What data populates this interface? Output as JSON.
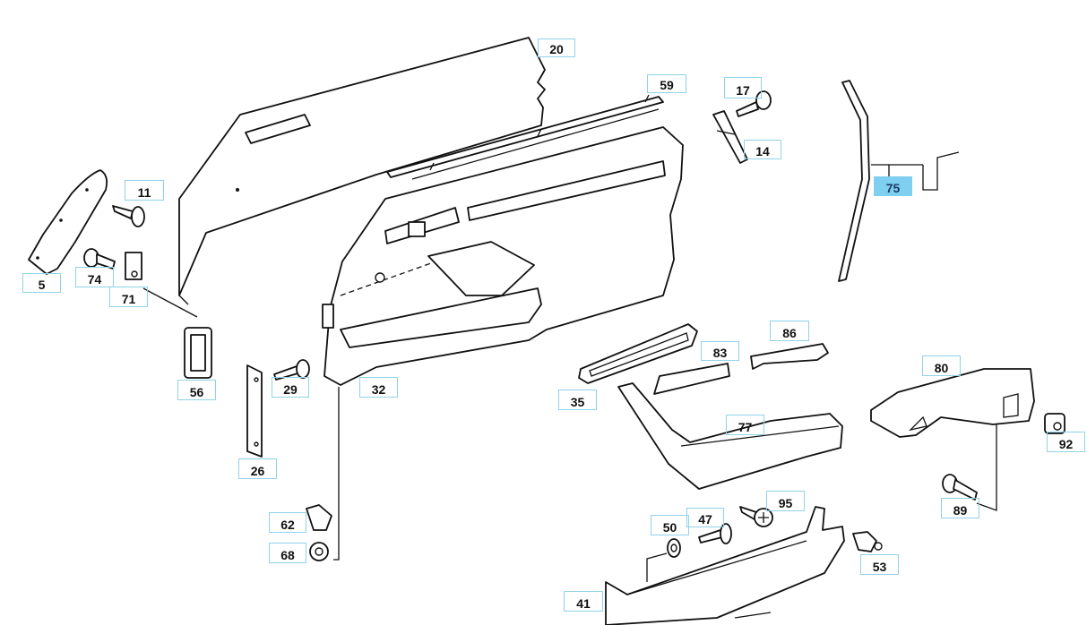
{
  "diagram": {
    "type": "exploded-parts-diagram",
    "subject": "door trim panel assembly",
    "highlight_color": "#7fcff0",
    "callout_border_color": "#8fd3e8",
    "selected_part": "75",
    "parts": [
      {
        "id": "20",
        "label": "20"
      },
      {
        "id": "59",
        "label": "59"
      },
      {
        "id": "17",
        "label": "17"
      },
      {
        "id": "14",
        "label": "14"
      },
      {
        "id": "75",
        "label": "75",
        "selected": true
      },
      {
        "id": "11",
        "label": "11"
      },
      {
        "id": "5",
        "label": "5"
      },
      {
        "id": "74",
        "label": "74"
      },
      {
        "id": "71",
        "label": "71"
      },
      {
        "id": "56",
        "label": "56"
      },
      {
        "id": "29",
        "label": "29"
      },
      {
        "id": "32",
        "label": "32"
      },
      {
        "id": "26",
        "label": "26"
      },
      {
        "id": "62",
        "label": "62"
      },
      {
        "id": "68",
        "label": "68"
      },
      {
        "id": "86",
        "label": "86"
      },
      {
        "id": "83",
        "label": "83"
      },
      {
        "id": "35",
        "label": "35"
      },
      {
        "id": "77",
        "label": "77"
      },
      {
        "id": "80",
        "label": "80"
      },
      {
        "id": "92",
        "label": "92"
      },
      {
        "id": "89",
        "label": "89"
      },
      {
        "id": "95",
        "label": "95"
      },
      {
        "id": "47",
        "label": "47"
      },
      {
        "id": "50",
        "label": "50"
      },
      {
        "id": "53",
        "label": "53"
      },
      {
        "id": "41",
        "label": "41"
      }
    ]
  }
}
